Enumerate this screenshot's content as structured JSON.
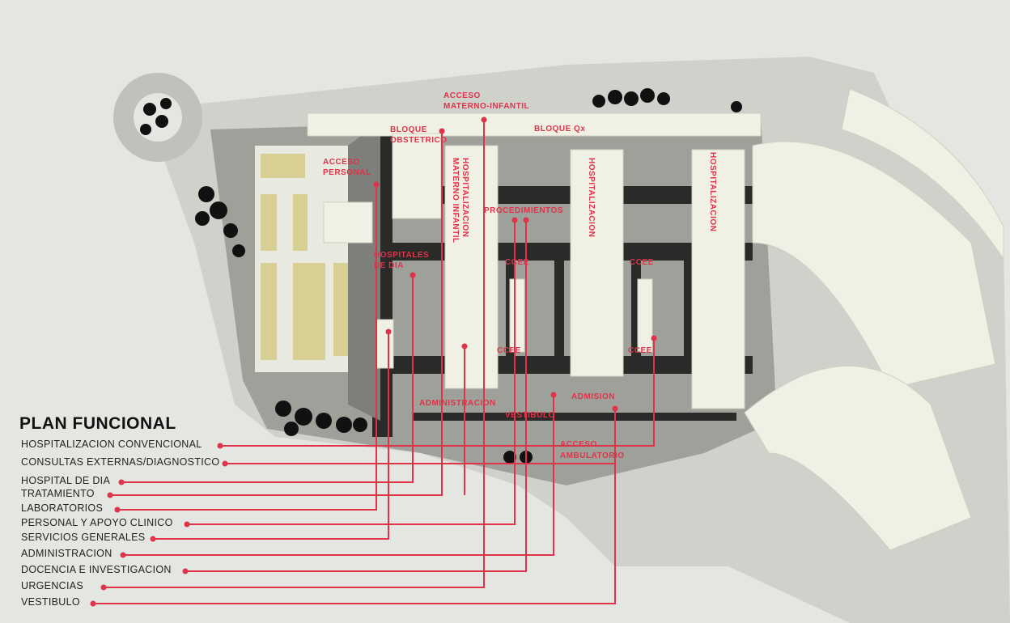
{
  "legend": {
    "title": "PLAN FUNCIONAL",
    "items": [
      "HOSPITALIZACION CONVENCIONAL",
      "CONSULTAS EXTERNAS/DIAGNOSTICO",
      "HOSPITAL DE DIA",
      "TRATAMIENTO",
      "LABORATORIOS",
      "PERSONAL Y APOYO CLINICO",
      "SERVICIOS GENERALES",
      "ADMINISTRACION",
      "DOCENCIA E INVESTIGACION",
      "URGENCIAS",
      "VESTIBULO"
    ]
  },
  "plan_labels": {
    "acceso_materno_1": "ACCESO",
    "acceso_materno_2": "MATERNO-INFANTIL",
    "bloque_obstetrico_1": "BLOQUE",
    "bloque_obstetrico_2": "OBSTETRICO",
    "bloque_qx": "BLOQUE Qx",
    "acceso_personal_1": "ACCESO",
    "acceso_personal_2": "PERSONAL",
    "hosp_materno_1": "HOSPITALIZACION",
    "hosp_materno_2": "MATERNO INFANTIL",
    "procedimientos": "PROCEDIMIENTOS",
    "hospitalizacion_1": "HOSPITALIZACION",
    "hospitalizacion_2": "HOSPITALIZACION",
    "hospitales_dia_1": "HOSPITALES",
    "hospitales_dia_2": "DE DIA",
    "ccee": "CCEE",
    "administracion": "ADMINISTRACION",
    "admision": "ADMISION",
    "vestibulo": "VESTIBULO",
    "acceso_amb_1": "ACCESO",
    "acceso_amb_2": "AMBULATORIO"
  },
  "colors": {
    "leader": "#e0334a",
    "building": "#f1f0e4",
    "ground": "#a8aaa4",
    "corridor": "#2a2a28",
    "parking": "#d8cf94"
  }
}
